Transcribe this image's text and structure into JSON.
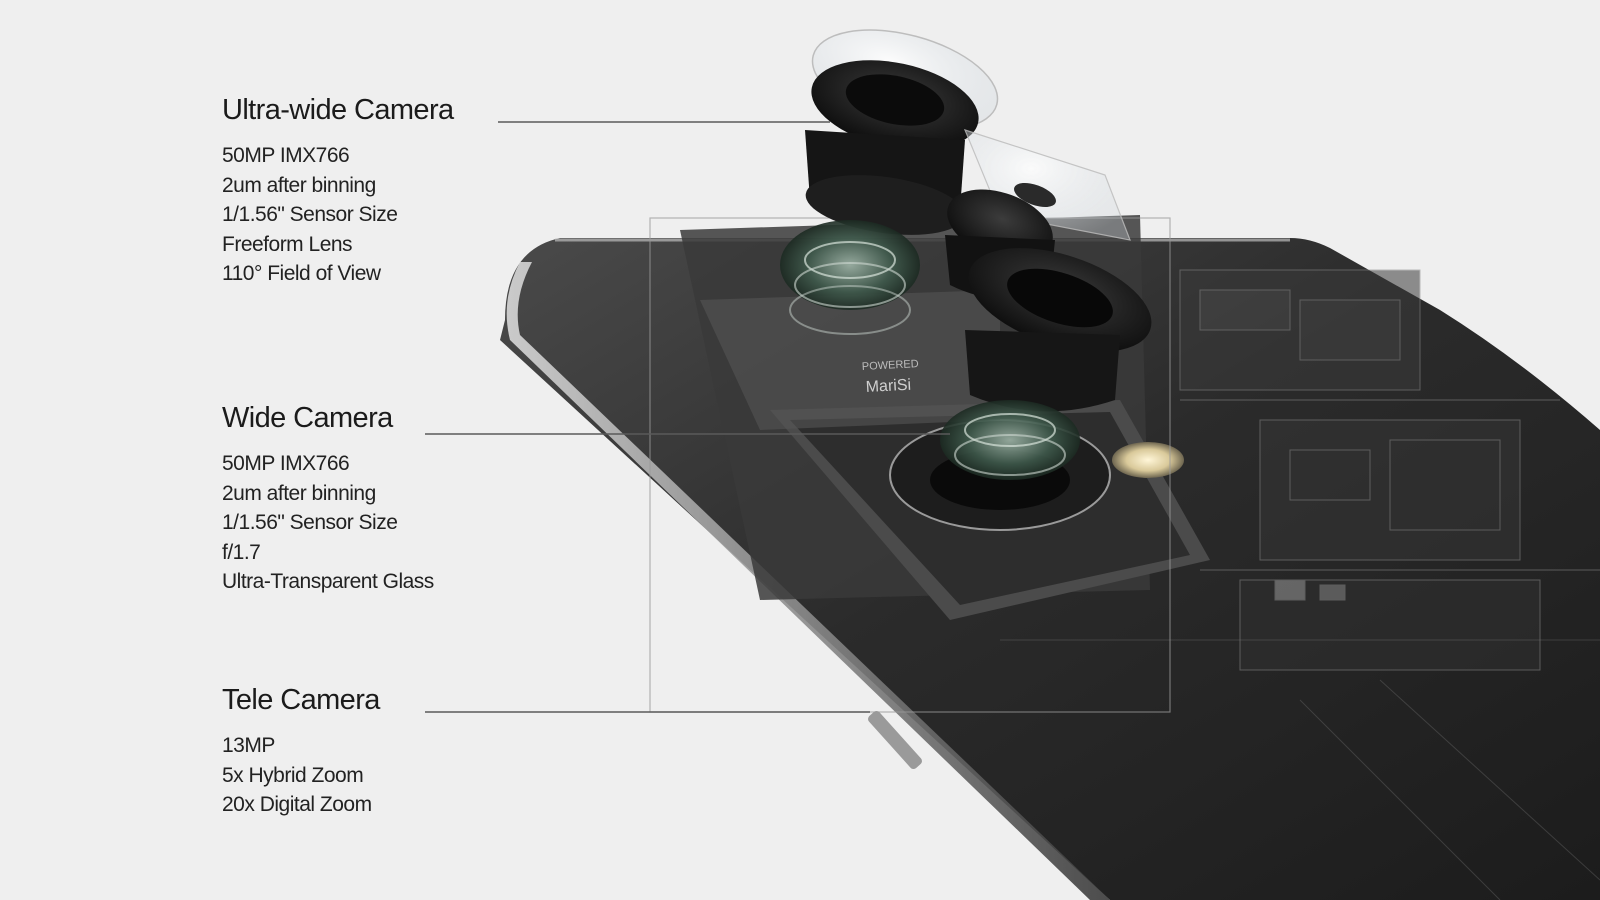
{
  "cameras": [
    {
      "title": "Ultra-wide Camera",
      "specs": [
        "50MP IMX766",
        "2um after binning",
        "1/1.56\" Sensor Size",
        "Freeform Lens",
        "110° Field of View"
      ]
    },
    {
      "title": "Wide Camera",
      "specs": [
        "50MP IMX766",
        "2um after binning",
        "1/1.56\" Sensor Size",
        "f/1.7",
        "Ultra-Transparent Glass"
      ]
    },
    {
      "title": "Tele Camera",
      "specs": [
        "13MP",
        "5x Hybrid Zoom",
        "20x Digital Zoom"
      ]
    }
  ],
  "module_marking": {
    "line1": "POWERED",
    "line2": "MariSi"
  },
  "colors": {
    "background": "#efefef",
    "text": "#1b1b1b",
    "leader_line": "#5a5a5a",
    "phone_body": "#2a2a2a"
  }
}
